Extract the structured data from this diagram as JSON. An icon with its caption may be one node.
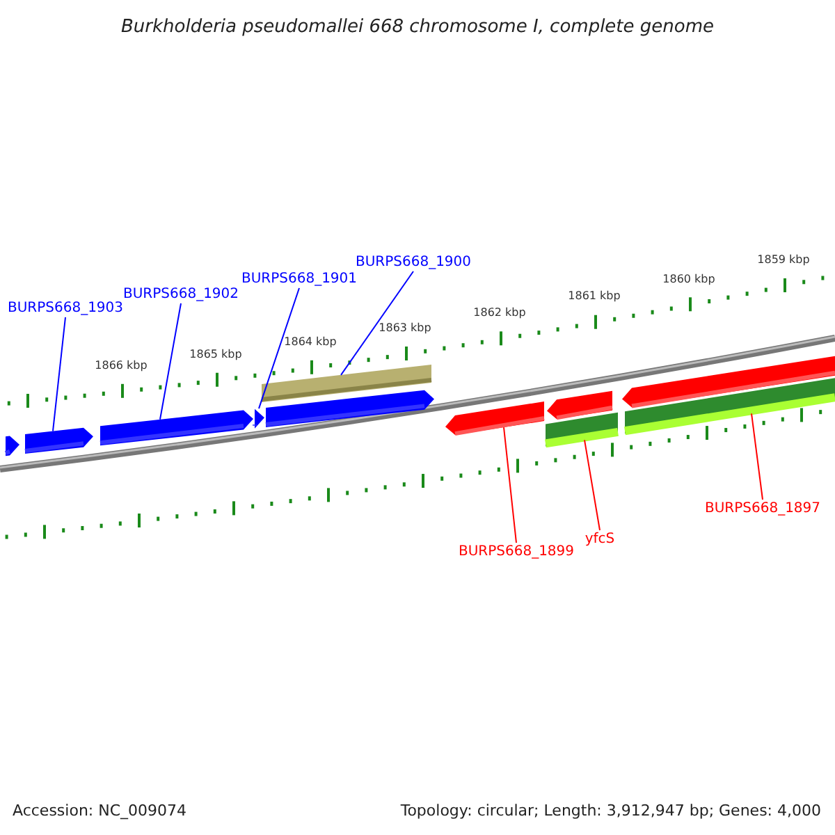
{
  "diagram": {
    "title": "Burkholderia pseudomallei 668 chromosome I, complete genome",
    "nodes": [
      {
        "text": [
          "BURPS668_1903"
        ]
      },
      {
        "text": [
          "BURPS668_1902"
        ]
      },
      {
        "text": [
          "BURPS668_1901"
        ]
      },
      {
        "text": [
          "BURPS668_1900"
        ]
      },
      {
        "text": [],
        "shape": "arrow"
      },
      {
        "text": [],
        "shape": "arrow"
      },
      {
        "text": [],
        "shape": "arrow"
      },
      {
        "text": [],
        "shape": "arrow"
      },
      {
        "text": [],
        "shape": "arrow"
      },
      {
        "text": [],
        "shape": "bar"
      },
      {
        "text": [],
        "shape": "arrow"
      },
      {
        "text": [],
        "shape": "arrow"
      },
      {
        "text": [],
        "shape": "arrow"
      },
      {
        "text": [],
        "shape": "bar"
      },
      {
        "text": [],
        "shape": "bar"
      },
      {
        "text": [
          "BURPS668_1899"
        ]
      },
      {
        "text": [
          "yfcS"
        ]
      },
      {
        "text": [
          "BURPS668_1897"
        ]
      }
    ],
    "edges": [
      {
        "from": 0,
        "to": 5,
        "arrow": "none"
      },
      {
        "from": 1,
        "to": 6,
        "arrow": "none"
      },
      {
        "from": 2,
        "to": 7,
        "arrow": "none"
      },
      {
        "from": 3,
        "to": 9,
        "arrow": "none"
      },
      {
        "from": 15,
        "to": 10,
        "arrow": "none",
        "color": "#ff0000"
      },
      {
        "from": 16,
        "to": 13,
        "arrow": "none",
        "color": "#ff0000"
      },
      {
        "from": 17,
        "to": 14,
        "arrow": "none",
        "color": "#ff0000"
      }
    ],
    "labels": [
      "1866 kbp",
      "1865 kbp",
      "1864 kbp",
      "1863 kbp",
      "1862 kbp",
      "1861 kbp",
      "1860 kbp",
      "1859 kbp",
      "Accession: NC_009074",
      "Topology: circular; Length: 3,912,947 bp; Genes: 4,000"
    ]
  }
}
